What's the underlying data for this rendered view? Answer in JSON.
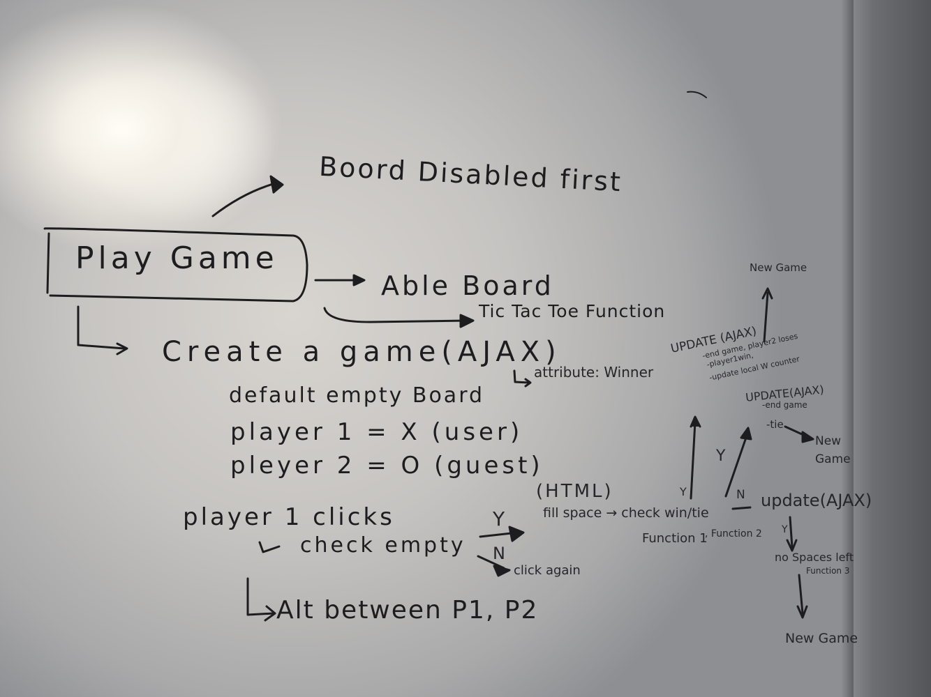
{
  "whiteboard": {
    "play_game": "Play Game",
    "board_disabled_first": "Boord Disabled first",
    "able_board": "Able Board",
    "tic_tac_toe_function": "Tic Tac Toe Function",
    "create_game": "Create a game(AJAX)",
    "attribute_winner": "attribute: Winner",
    "default_empty_board": "default empty Board",
    "player1": "player 1 = X (user)",
    "player2": "pleyer 2 = O (guest)",
    "player1_clicks": "player 1 clicks",
    "check_empty": "check empty",
    "y_label": "Y",
    "n_label": "N",
    "click_again": "click again",
    "alt_between": "Alt between P1, P2",
    "html_label": "(HTML)",
    "fill_space_check": "fill space → check win/tie",
    "function_1": "Function 1",
    "function_2": ", Function 2",
    "n_small": "N",
    "update_ajax": "update(AJAX)",
    "y_small": "Y",
    "no_spaces_left": "no Spaces left",
    "function_3": "Function 3",
    "new_game_bottom": "New Game",
    "update_ajax_tie": "UPDATE(AJAX)",
    "end_game_tie": "-end game",
    "tie": "-tie",
    "new_game_right": "New Game",
    "y_mid": "Y",
    "y_vert": "Y",
    "update_ajax_win": "UPDATE (AJAX)",
    "end_game_lines": "-end game, player2 loses",
    "player1_win": "-player1win,",
    "update_local": "-update local W counter",
    "new_game_top": "New Game"
  },
  "colors": {
    "ink": "#1d1d20",
    "board": "#cfccc8",
    "wall": "#6d6e71"
  }
}
